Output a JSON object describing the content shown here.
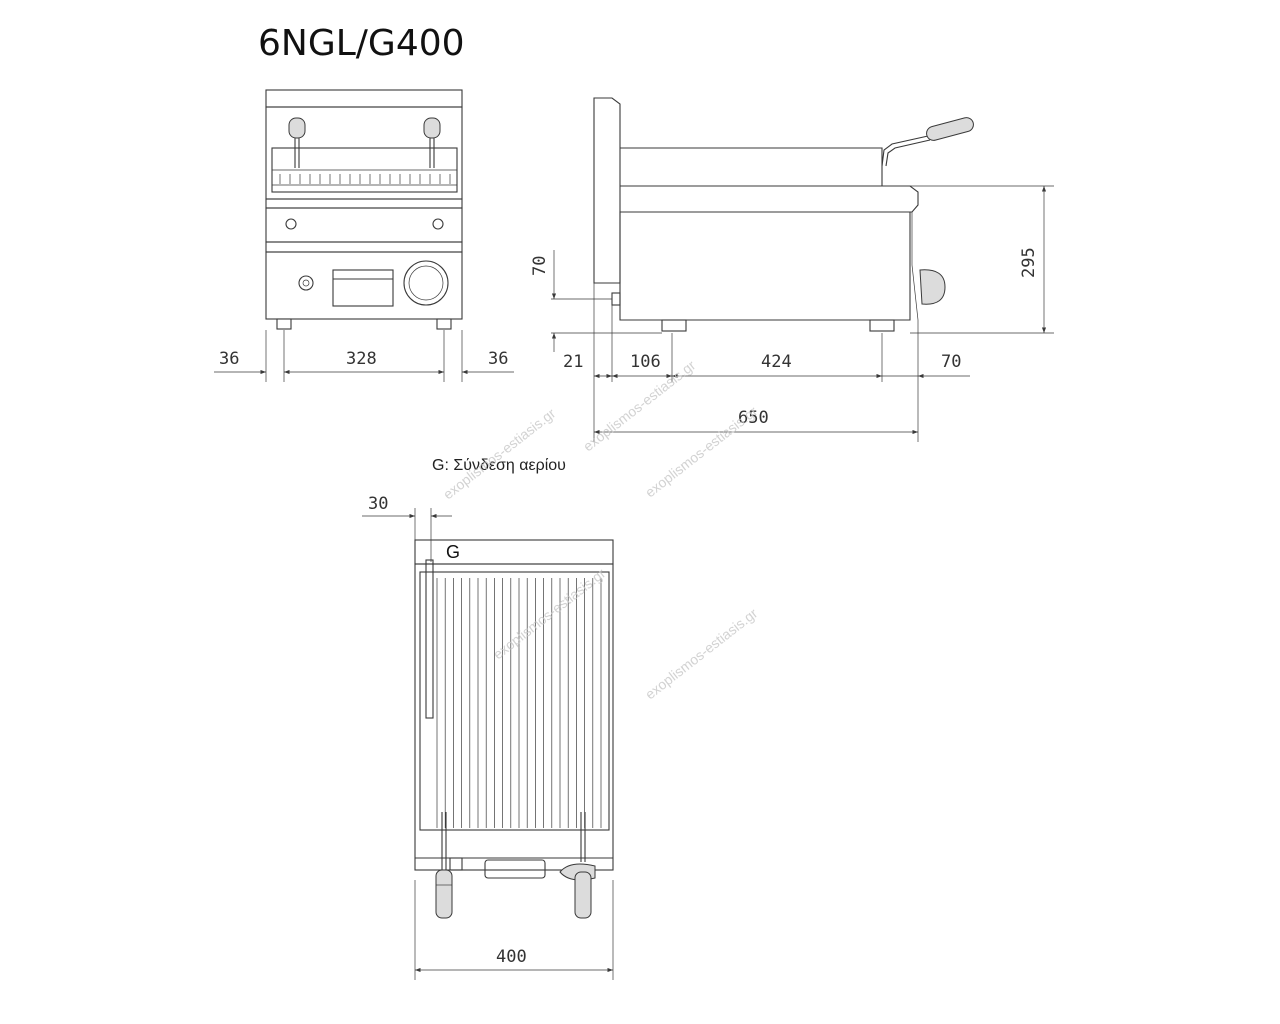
{
  "title": "6NGL/G400",
  "legend": "G: Σύνδεση αερίου",
  "gas_label": "G",
  "watermark": "exoplismos-estiasis.gr",
  "dimensions": {
    "front_left": "36",
    "front_width": "328",
    "front_right": "36",
    "side_70_vertical": "70",
    "side_height": "295",
    "side_21": "21",
    "side_106": "106",
    "side_424": "424",
    "side_70_right": "70",
    "side_depth": "650",
    "top_30": "30",
    "top_width": "400"
  }
}
